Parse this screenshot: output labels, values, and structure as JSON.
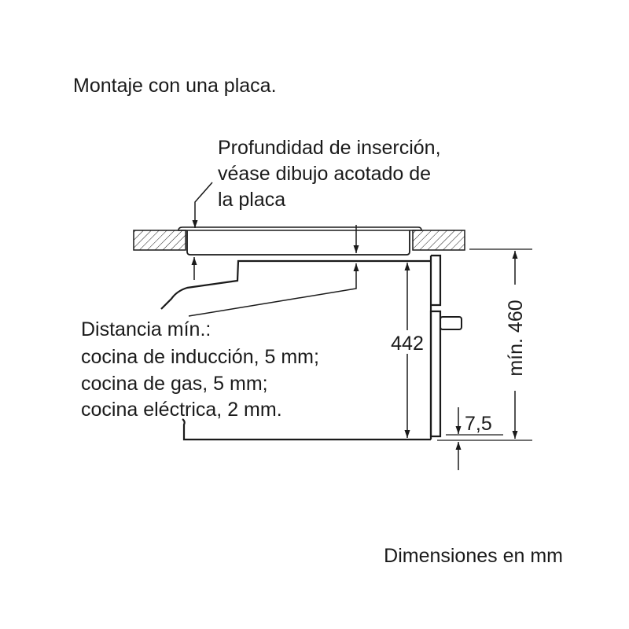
{
  "title": "Montaje con una placa.",
  "insertion_note": [
    "Profundidad de inserción,",
    "véase dibujo acotado de",
    "la placa"
  ],
  "distance_note": [
    "Distancia mín.:",
    "cocina de inducción, 5 mm;",
    "cocina de gas, 5 mm;",
    "cocina eléctrica, 2 mm."
  ],
  "dimensions": {
    "height": "442",
    "min_height": "mín. 460",
    "offset": "7,5"
  },
  "units_note": "Dimensiones en mm"
}
